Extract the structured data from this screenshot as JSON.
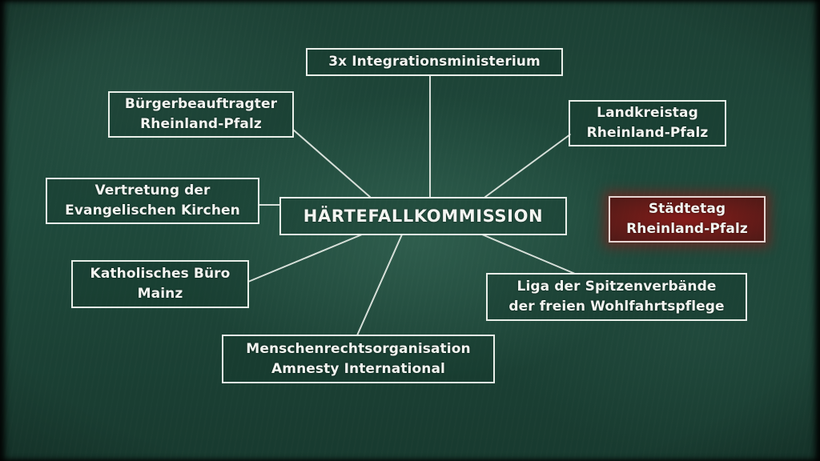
{
  "diagram": {
    "center": {
      "label": "HÄRTEFALLKOMMISSION"
    },
    "nodes": [
      {
        "id": "integrationsministerium",
        "lines": [
          "3x Integrationsministerium"
        ]
      },
      {
        "id": "buergerbeauftragter",
        "lines": [
          "Bürgerbeauftragter",
          "Rheinland-Pfalz"
        ]
      },
      {
        "id": "landkreistag",
        "lines": [
          "Landkreistag",
          "Rheinland-Pfalz"
        ]
      },
      {
        "id": "evangelische-kirchen",
        "lines": [
          "Vertretung der",
          "Evangelischen Kirchen"
        ]
      },
      {
        "id": "staedtetag",
        "lines": [
          "Städtetag",
          "Rheinland-Pfalz"
        ],
        "highlighted": true
      },
      {
        "id": "katholisches-buero",
        "lines": [
          "Katholisches Büro",
          "Mainz"
        ]
      },
      {
        "id": "liga-spitzenverbaende",
        "lines": [
          "Liga der Spitzenverbände",
          "der freien Wohlfahrtspflege"
        ]
      },
      {
        "id": "amnesty",
        "lines": [
          "Menschenrechtsorganisation",
          "Amnesty International"
        ]
      }
    ]
  },
  "colors": {
    "board": "#1f4a3c",
    "chalk": "#e9efe9",
    "highlight": "#8c1414"
  }
}
